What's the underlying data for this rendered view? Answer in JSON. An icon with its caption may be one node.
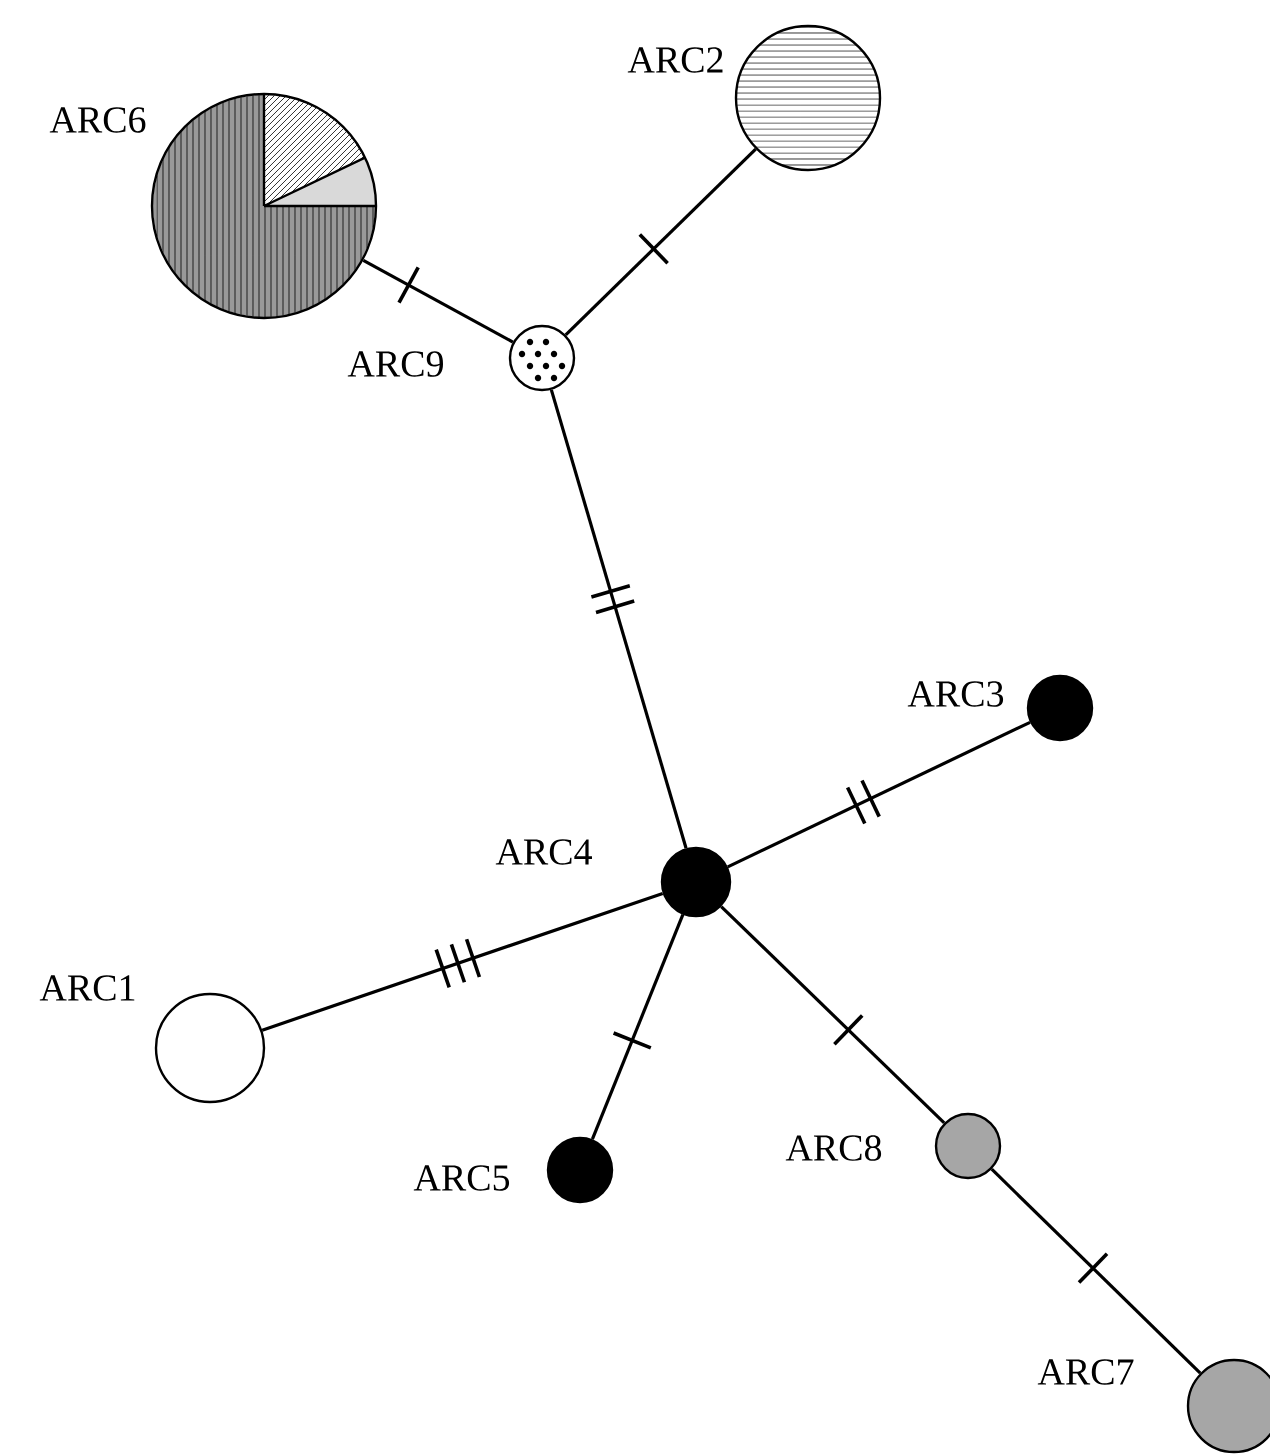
{
  "diagram": {
    "nodes": [
      {
        "text": [
          "ARC2"
        ]
      },
      {
        "text": [
          "ARC6"
        ]
      },
      {
        "text": [
          "ARC9"
        ]
      },
      {
        "text": [
          "ARC3"
        ]
      },
      {
        "text": [
          "ARC4"
        ]
      },
      {
        "text": [
          "ARC1"
        ]
      },
      {
        "text": [
          "ARC5"
        ]
      },
      {
        "text": [
          "ARC8"
        ]
      },
      {
        "text": [
          "ARC7"
        ]
      }
    ],
    "edges": [
      {
        "from": 1,
        "to": 2,
        "arrow": "none"
      },
      {
        "from": 0,
        "to": 2,
        "arrow": "none"
      },
      {
        "from": 2,
        "to": 4,
        "arrow": "none"
      },
      {
        "from": 3,
        "to": 4,
        "arrow": "none"
      },
      {
        "from": 5,
        "to": 4,
        "arrow": "none"
      },
      {
        "from": 6,
        "to": 4,
        "arrow": "none"
      },
      {
        "from": 4,
        "to": 7,
        "arrow": "none"
      },
      {
        "from": 7,
        "to": 8,
        "arrow": "none"
      }
    ]
  }
}
